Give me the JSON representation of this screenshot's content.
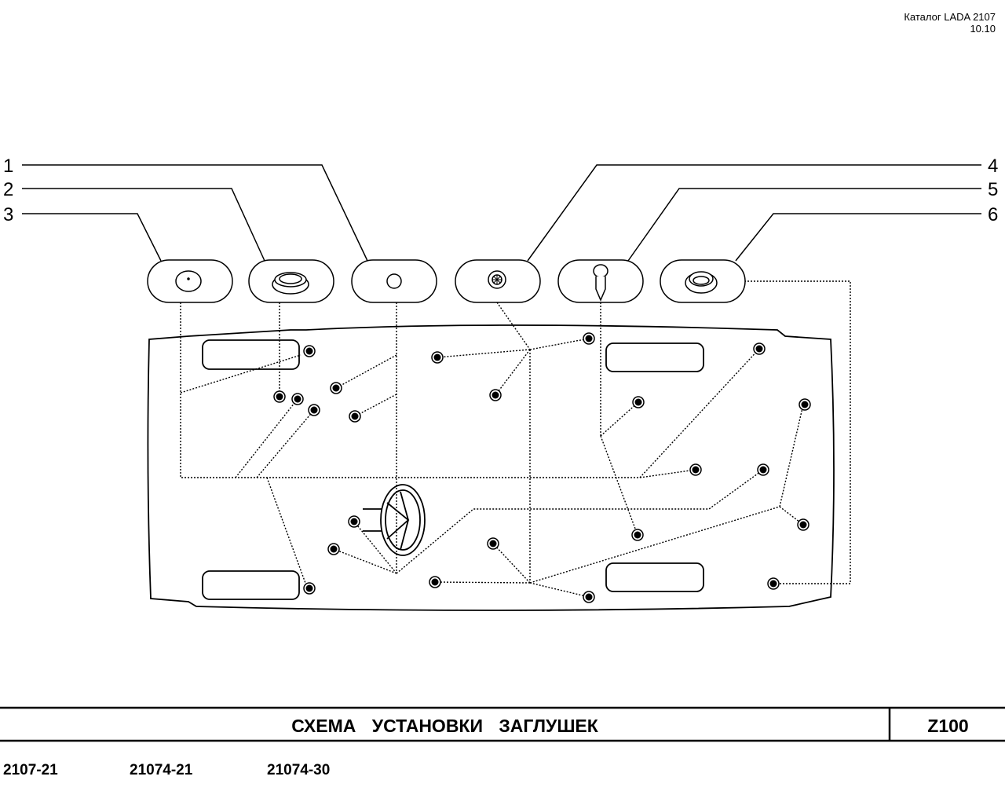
{
  "header": {
    "catalog": "Каталог LADA 2107",
    "page": "10.10"
  },
  "callouts": [
    "1",
    "2",
    "3",
    "4",
    "5",
    "6"
  ],
  "parts": [
    {
      "callout": "3",
      "icon": "flat-plug-icon"
    },
    {
      "callout": "2",
      "icon": "ring-grommet-icon"
    },
    {
      "callout": "1",
      "icon": "small-plug-icon"
    },
    {
      "callout": "4",
      "icon": "star-plug-icon"
    },
    {
      "callout": "5",
      "icon": "push-pin-clip-icon"
    },
    {
      "callout": "6",
      "icon": "cup-grommet-icon"
    }
  ],
  "footer": {
    "title": "СХЕМА   УСТАНОВКИ   ЗАГЛУШЕК",
    "code": "Z100",
    "models": [
      "2107-21",
      "21074-21",
      "21074-30"
    ]
  }
}
